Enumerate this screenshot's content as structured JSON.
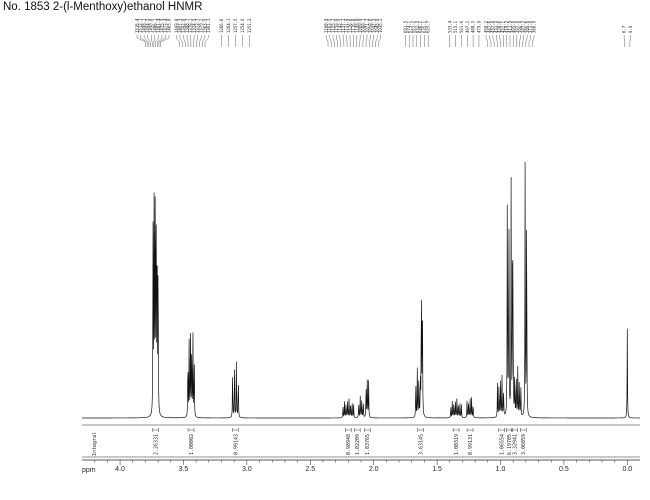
{
  "title": "No. 1853 2-(l-Menthoxy)ethanol HNMR",
  "chart_data": {
    "type": "line",
    "title": "No. 1853 2-(l-Menthoxy)ethanol HNMR",
    "xlabel": "ppm",
    "ylabel": "",
    "xlim": [
      4.3,
      -0.1
    ],
    "x_ticks": [
      "4.0",
      "3.5",
      "3.0",
      "2.5",
      "2.0",
      "1.5",
      "1.0",
      "0.5",
      "0.0"
    ],
    "integral_label": "Integral",
    "grid": false,
    "series": [
      {
        "peaks": [
          {
            "ppm": 3.72,
            "height": 0.92,
            "mult": 6,
            "spacing": 0.008
          },
          {
            "ppm": 3.44,
            "height": 0.33,
            "mult": 6,
            "spacing": 0.01
          },
          {
            "ppm": 3.09,
            "height": 0.22,
            "mult": 4,
            "spacing": 0.015
          },
          {
            "ppm": 2.2,
            "height": 0.07,
            "mult": 8,
            "spacing": 0.012
          },
          {
            "ppm": 2.1,
            "height": 0.08,
            "mult": 4,
            "spacing": 0.012
          },
          {
            "ppm": 2.05,
            "height": 0.16,
            "mult": 3,
            "spacing": 0.01
          },
          {
            "ppm": 1.65,
            "height": 0.18,
            "mult": 4,
            "spacing": 0.012
          },
          {
            "ppm": 1.62,
            "height": 0.61,
            "mult": 2,
            "spacing": 0.008
          },
          {
            "ppm": 1.35,
            "height": 0.07,
            "mult": 8,
            "spacing": 0.012
          },
          {
            "ppm": 1.24,
            "height": 0.08,
            "mult": 5,
            "spacing": 0.012
          },
          {
            "ppm": 1.0,
            "height": 0.16,
            "mult": 5,
            "spacing": 0.012
          },
          {
            "ppm": 0.94,
            "height": 1.0,
            "mult": 2,
            "spacing": 0.012
          },
          {
            "ppm": 0.91,
            "height": 0.97,
            "mult": 2,
            "spacing": 0.012
          },
          {
            "ppm": 0.87,
            "height": 0.18,
            "mult": 6,
            "spacing": 0.012
          },
          {
            "ppm": 0.8,
            "height": 0.98,
            "mult": 2,
            "spacing": 0.012
          },
          {
            "ppm": 0.0,
            "height": 0.33,
            "mult": 1,
            "spacing": 0.0
          }
        ]
      }
    ],
    "integrals": [
      {
        "ppm": 3.72,
        "label": "2.26331"
      },
      {
        "ppm": 3.44,
        "label": "1.00002"
      },
      {
        "ppm": 3.09,
        "label": "0.99143"
      },
      {
        "ppm": 2.2,
        "label": "0.98948"
      },
      {
        "ppm": 2.13,
        "label": "1.02209"
      },
      {
        "ppm": 2.05,
        "label": "1.03765"
      },
      {
        "ppm": 1.63,
        "label": "3.63145"
      },
      {
        "ppm": 1.35,
        "label": "1.00319"
      },
      {
        "ppm": 1.24,
        "label": "0.99131"
      },
      {
        "ppm": 0.99,
        "label": "1.06554"
      },
      {
        "ppm": 0.93,
        "label": "6.19705"
      },
      {
        "ppm": 0.89,
        "label": "3.32941"
      },
      {
        "ppm": 0.82,
        "label": "3.06059"
      }
    ],
    "peak_label_groups": [
      {
        "ppm_from": 3.8,
        "ppm_to": 3.68,
        "labels": [
          "1516.4",
          "1512.1",
          "1498.1",
          "1494.5",
          "1490.8",
          "1486.1",
          "1481.4",
          "1475.9",
          "1473.4",
          "1465.8"
        ]
      },
      {
        "ppm_from": 3.53,
        "ppm_to": 3.33,
        "labels": [
          "1409.8",
          "1407.3",
          "1392.0",
          "1388.7",
          "1378.1",
          "1374.5",
          "1372.7",
          "1370.2",
          "1363.5",
          "1361.1"
        ]
      },
      {
        "ppm_from": 3.2,
        "ppm_to": 2.98,
        "labels": [
          "1266.6",
          "1264.1",
          "1257.5",
          "1254.0",
          "1251.2"
        ]
      },
      {
        "ppm_from": 2.36,
        "ppm_to": 1.96,
        "labels": [
          "1168.9",
          "1163.5",
          "1155.2",
          "1150.0",
          "1142.5",
          "1137.1",
          "1131.0",
          "1126.6",
          "1116.8",
          "1108.8",
          "1089.9",
          "1080.1",
          "1071.2",
          "1058.6",
          "1047.3",
          "1045.0",
          "1035.2"
        ]
      },
      {
        "ppm_from": 1.75,
        "ppm_to": 1.57,
        "labels": [
          "691.5",
          "674.1",
          "663.2",
          "652.3",
          "646.1",
          "635.1",
          "625.7"
        ]
      },
      {
        "ppm_from": 1.4,
        "ppm_to": 1.17,
        "labels": [
          "533.4",
          "515.1",
          "501.6",
          "497.2",
          "488.3",
          "479.9"
        ]
      },
      {
        "ppm_from": 1.1,
        "ppm_to": 0.75,
        "labels": [
          "450.2",
          "447.6",
          "437.0",
          "433.3",
          "428.6",
          "422.1",
          "419.2",
          "411.9",
          "405.0",
          "397.0",
          "390.9",
          "387.2",
          "380.6",
          "372.0",
          "366.9"
        ]
      },
      {
        "ppm_from": 0.02,
        "ppm_to": -0.02,
        "labels": [
          "6.7",
          "0.0"
        ]
      }
    ]
  }
}
